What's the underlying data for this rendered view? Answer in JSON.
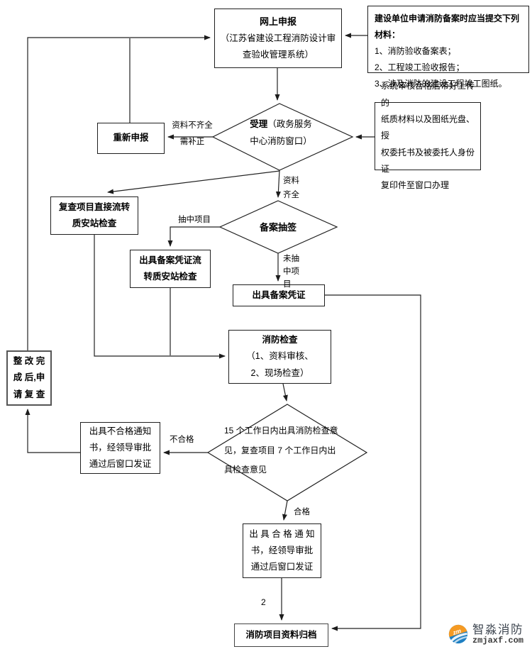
{
  "nodes": {
    "online": {
      "title": "网上申报",
      "subtitle": "（江苏省建设工程消防设计审\n查验收管理系统）"
    },
    "materials": {
      "title": "建设单位申请消防备案时应当提交下列材料：",
      "items": [
        "1、消防验收备案表；",
        "2、工程竣工验收报告；",
        "3、涉及消防的建设工程竣工图纸。"
      ]
    },
    "reapply": {
      "label": "重新申报"
    },
    "accept": {
      "title": "受理",
      "subtitle": "（政务服务\n中心消防窗口）"
    },
    "system_note": {
      "text": "系统审核合格后带好上传的\n纸质材料以及图纸光盘、授\n权委托书及被委托人身份证\n复印件至窗口办理"
    },
    "recheck": {
      "label": "复查项目直接流转\n质安站检查"
    },
    "lottery": {
      "label": "备案抽签"
    },
    "voucher_flow": {
      "label": "出具备案凭证流\n转质安站检查"
    },
    "voucher": {
      "label": "出具备案凭证"
    },
    "inspection": {
      "title": "消防检查",
      "subtitle": "（1、资料审核、\n2、现场检查）"
    },
    "rectify": {
      "label": "整 改 完\n成 后,申\n请 复 查"
    },
    "fail_notice": {
      "label": "出具不合格通知\n书，经领导审批\n通过后窗口发证"
    },
    "days_decision": {
      "label": "15 个工作日内出具消防检查意\n见，复查项目 7 个工作日内出\n具检查意见"
    },
    "pass_notice": {
      "label": "出 具 合 格 通 知\n书，经领导审批\n通过后窗口发证"
    },
    "archive": {
      "label": "消防项目资料归档"
    }
  },
  "edge_labels": {
    "incomplete": "资料不齐全\n需补正",
    "complete": "资料\n齐全",
    "selected": "抽中项目",
    "not_selected": "未抽\n中项\n目",
    "fail": "不合格",
    "pass": "合格",
    "page_number": "2"
  },
  "logo": {
    "name": "智淼消防",
    "domain": "zmjaxf.com",
    "orange": "#f59a23",
    "blue": "#1e7fc2"
  },
  "colors": {
    "line": "#222222",
    "border": "#1f1f1f",
    "text": "#000000",
    "background": "#ffffff"
  }
}
